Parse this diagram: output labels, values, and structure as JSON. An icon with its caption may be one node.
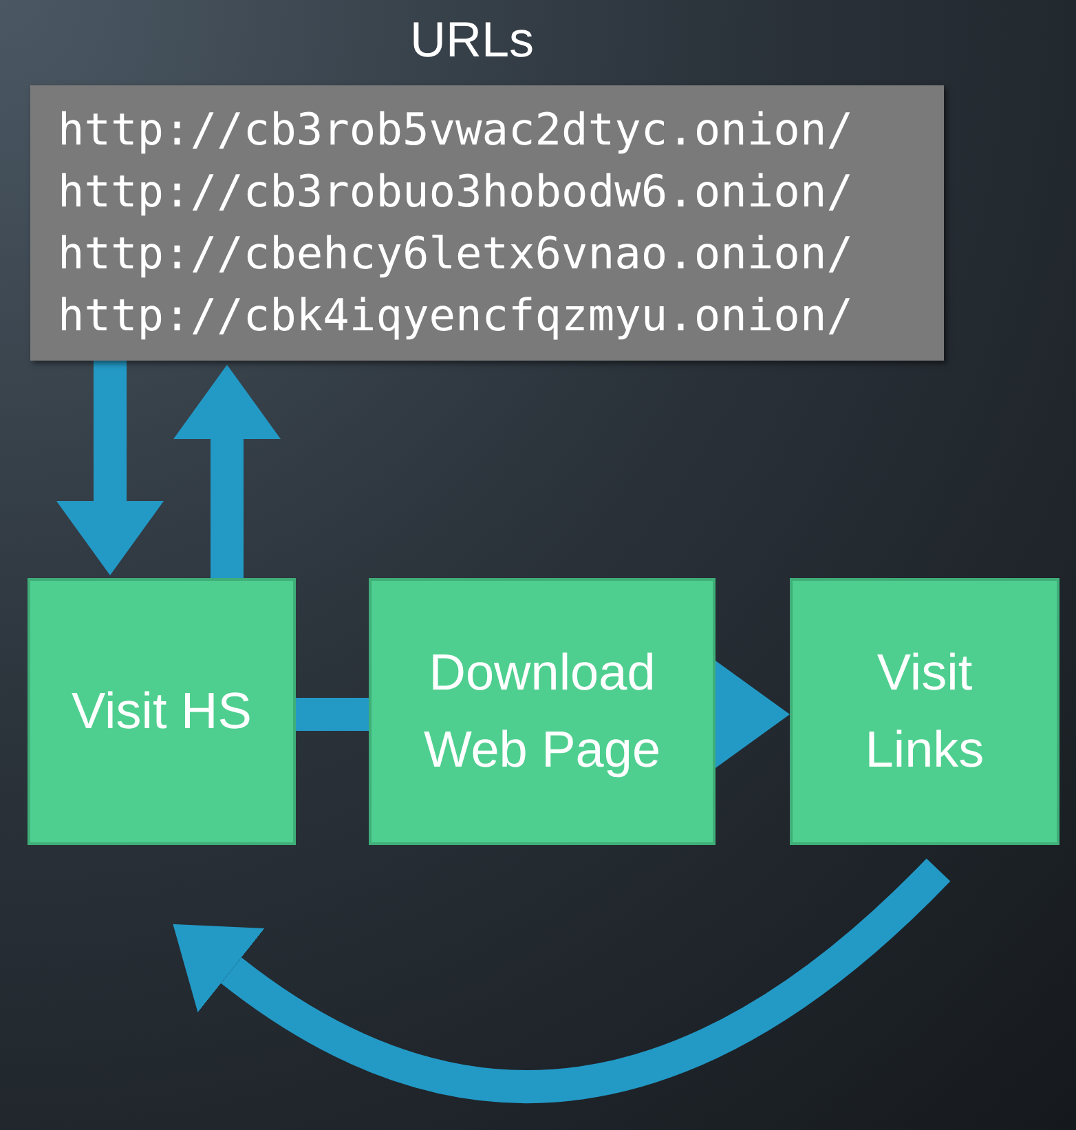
{
  "diagram": {
    "nodes": [
      {
        "text": [
          "URLs",
          "http://cb3rob5vwac2dtyc.onion/",
          "http://cb3robuo3hobodw6.onion/",
          "http://cbehcy6letx6vnao.onion/",
          "http://cbk4iqyencfqzmyu.onion/"
        ]
      },
      {
        "text": [
          "Visit HS"
        ]
      },
      {
        "text": [
          "Download Web Page"
        ]
      },
      {
        "text": [
          "Visit Links"
        ]
      }
    ],
    "edges": [
      {
        "from": 0,
        "to": 1,
        "arrow": "to"
      },
      {
        "from": 1,
        "to": 0,
        "arrow": "to"
      },
      {
        "from": 1,
        "to": 2,
        "arrow": "none"
      },
      {
        "from": 2,
        "to": 3,
        "arrow": "to"
      },
      {
        "from": 3,
        "to": 1,
        "arrow": "to"
      }
    ]
  }
}
